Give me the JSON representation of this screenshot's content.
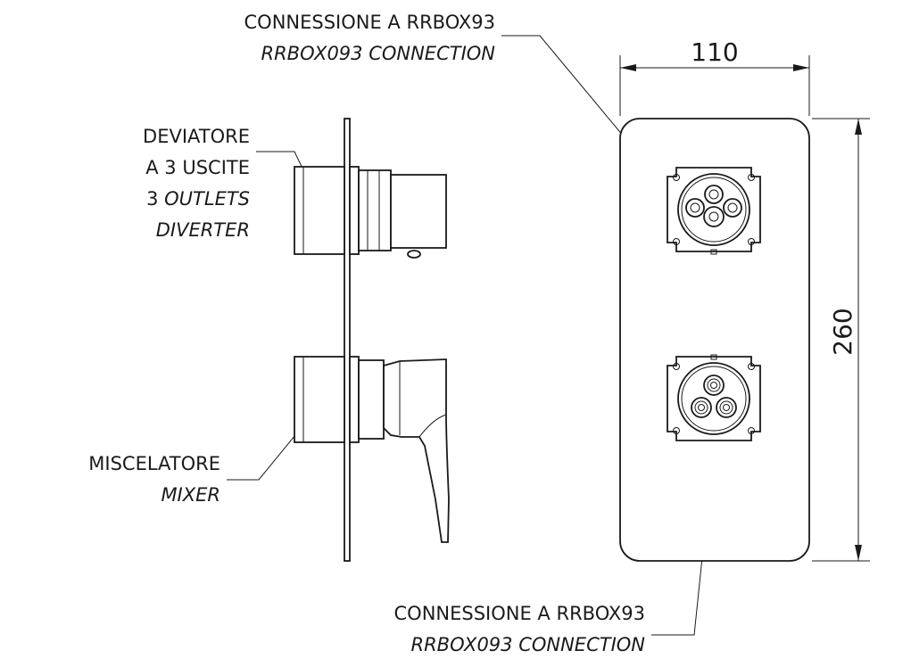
{
  "labels": {
    "top_connection": {
      "it": "CONNESSIONE A RRBOX93",
      "en": "RRBOX093 CONNECTION"
    },
    "diverter": {
      "it_line1": "DEVIATORE",
      "it_line2": "A 3 USCITE",
      "en_line1_prefix": "3 ",
      "en_line1_italic": "OUTLETS",
      "en_line2": "DIVERTER"
    },
    "mixer": {
      "it": "MISCELATORE",
      "en": "MIXER"
    },
    "bottom_connection": {
      "it": "CONNESSIONE A RRBOX93",
      "en": "RRBOX093 CONNECTION"
    }
  },
  "dimensions": {
    "width": "110",
    "height": "260"
  },
  "colors": {
    "line": "#1a1a1a",
    "background": "#ffffff"
  }
}
